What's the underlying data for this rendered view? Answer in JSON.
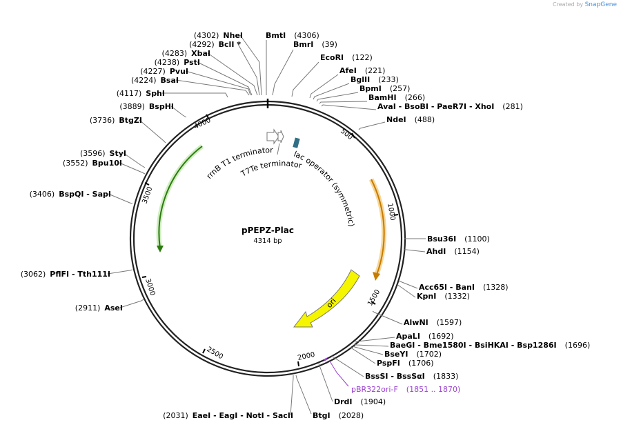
{
  "credit": {
    "prefix": "Created by",
    "brand": "SnapGene"
  },
  "plasmid": {
    "name": "pPEPZ-Plac",
    "size": "4314 bp"
  },
  "ruler": [
    "500",
    "1000",
    "1500",
    "2000",
    "2500",
    "3000",
    "3500",
    "4000"
  ],
  "features": {
    "rrnb": "rrnB T1 terminator",
    "t7te": "T7Te terminator",
    "lacop": "lac operator (symmetric)",
    "ori": "ori",
    "primer": "pBR322ori-F",
    "primer_pos": "(1851 .. 1870)"
  },
  "sites": [
    {
      "enzymes": [
        "NheI"
      ],
      "pos": "(4302)"
    },
    {
      "enzymes": [
        "BclI *"
      ],
      "pos": "(4292)"
    },
    {
      "enzymes": [
        "XbaI"
      ],
      "pos": "(4283)"
    },
    {
      "enzymes": [
        "PstI"
      ],
      "pos": "(4238)"
    },
    {
      "enzymes": [
        "PvuI"
      ],
      "pos": "(4227)"
    },
    {
      "enzymes": [
        "BsaI"
      ],
      "pos": "(4224)"
    },
    {
      "enzymes": [
        "SphI"
      ],
      "pos": "(4117)"
    },
    {
      "enzymes": [
        "BspHI"
      ],
      "pos": "(3889)"
    },
    {
      "enzymes": [
        "BtgZI"
      ],
      "pos": "(3736)"
    },
    {
      "enzymes": [
        "StyI"
      ],
      "pos": "(3596)"
    },
    {
      "enzymes": [
        "Bpu10I"
      ],
      "pos": "(3552)"
    },
    {
      "enzymes": [
        "BspQI",
        "SapI"
      ],
      "pos": "(3406)"
    },
    {
      "enzymes": [
        "PflFI",
        "Tth111I"
      ],
      "pos": "(3062)"
    },
    {
      "enzymes": [
        "AseI"
      ],
      "pos": "(2911)"
    },
    {
      "enzymes": [
        "EaeI",
        "EagI",
        "NotI",
        "SacII"
      ],
      "pos": "(2031)"
    },
    {
      "enzymes": [
        "BmtI"
      ],
      "pos": "(4306)"
    },
    {
      "enzymes": [
        "BmrI"
      ],
      "pos": "(39)"
    },
    {
      "enzymes": [
        "EcoRI"
      ],
      "pos": "(122)"
    },
    {
      "enzymes": [
        "AfeI"
      ],
      "pos": "(221)"
    },
    {
      "enzymes": [
        "BglII"
      ],
      "pos": "(233)"
    },
    {
      "enzymes": [
        "BpmI"
      ],
      "pos": "(257)"
    },
    {
      "enzymes": [
        "BamHI"
      ],
      "pos": "(266)"
    },
    {
      "enzymes": [
        "AvaI",
        "BsoBI",
        "PaeR7I",
        "XhoI"
      ],
      "pos": "(281)"
    },
    {
      "enzymes": [
        "NdeI"
      ],
      "pos": "(488)"
    },
    {
      "enzymes": [
        "Bsu36I"
      ],
      "pos": "(1100)"
    },
    {
      "enzymes": [
        "AhdI"
      ],
      "pos": "(1154)"
    },
    {
      "enzymes": [
        "Acc65I",
        "BanI"
      ],
      "pos": "(1328)"
    },
    {
      "enzymes": [
        "KpnI"
      ],
      "pos": "(1332)"
    },
    {
      "enzymes": [
        "AlwNI"
      ],
      "pos": "(1597)"
    },
    {
      "enzymes": [
        "ApaLI"
      ],
      "pos": "(1692)"
    },
    {
      "enzymes": [
        "BaeGI",
        "Bme1580I",
        "BsiHKAI",
        "Bsp1286I"
      ],
      "pos": "(1696)"
    },
    {
      "enzymes": [
        "BseYI"
      ],
      "pos": "(1702)"
    },
    {
      "enzymes": [
        "PspFI"
      ],
      "pos": "(1706)"
    },
    {
      "enzymes": [
        "BssSI",
        "BssSαI"
      ],
      "pos": "(1833)"
    },
    {
      "enzymes": [
        "DrdI"
      ],
      "pos": "(1904)"
    },
    {
      "enzymes": [
        "BtgI"
      ],
      "pos": "(2028)"
    }
  ]
}
